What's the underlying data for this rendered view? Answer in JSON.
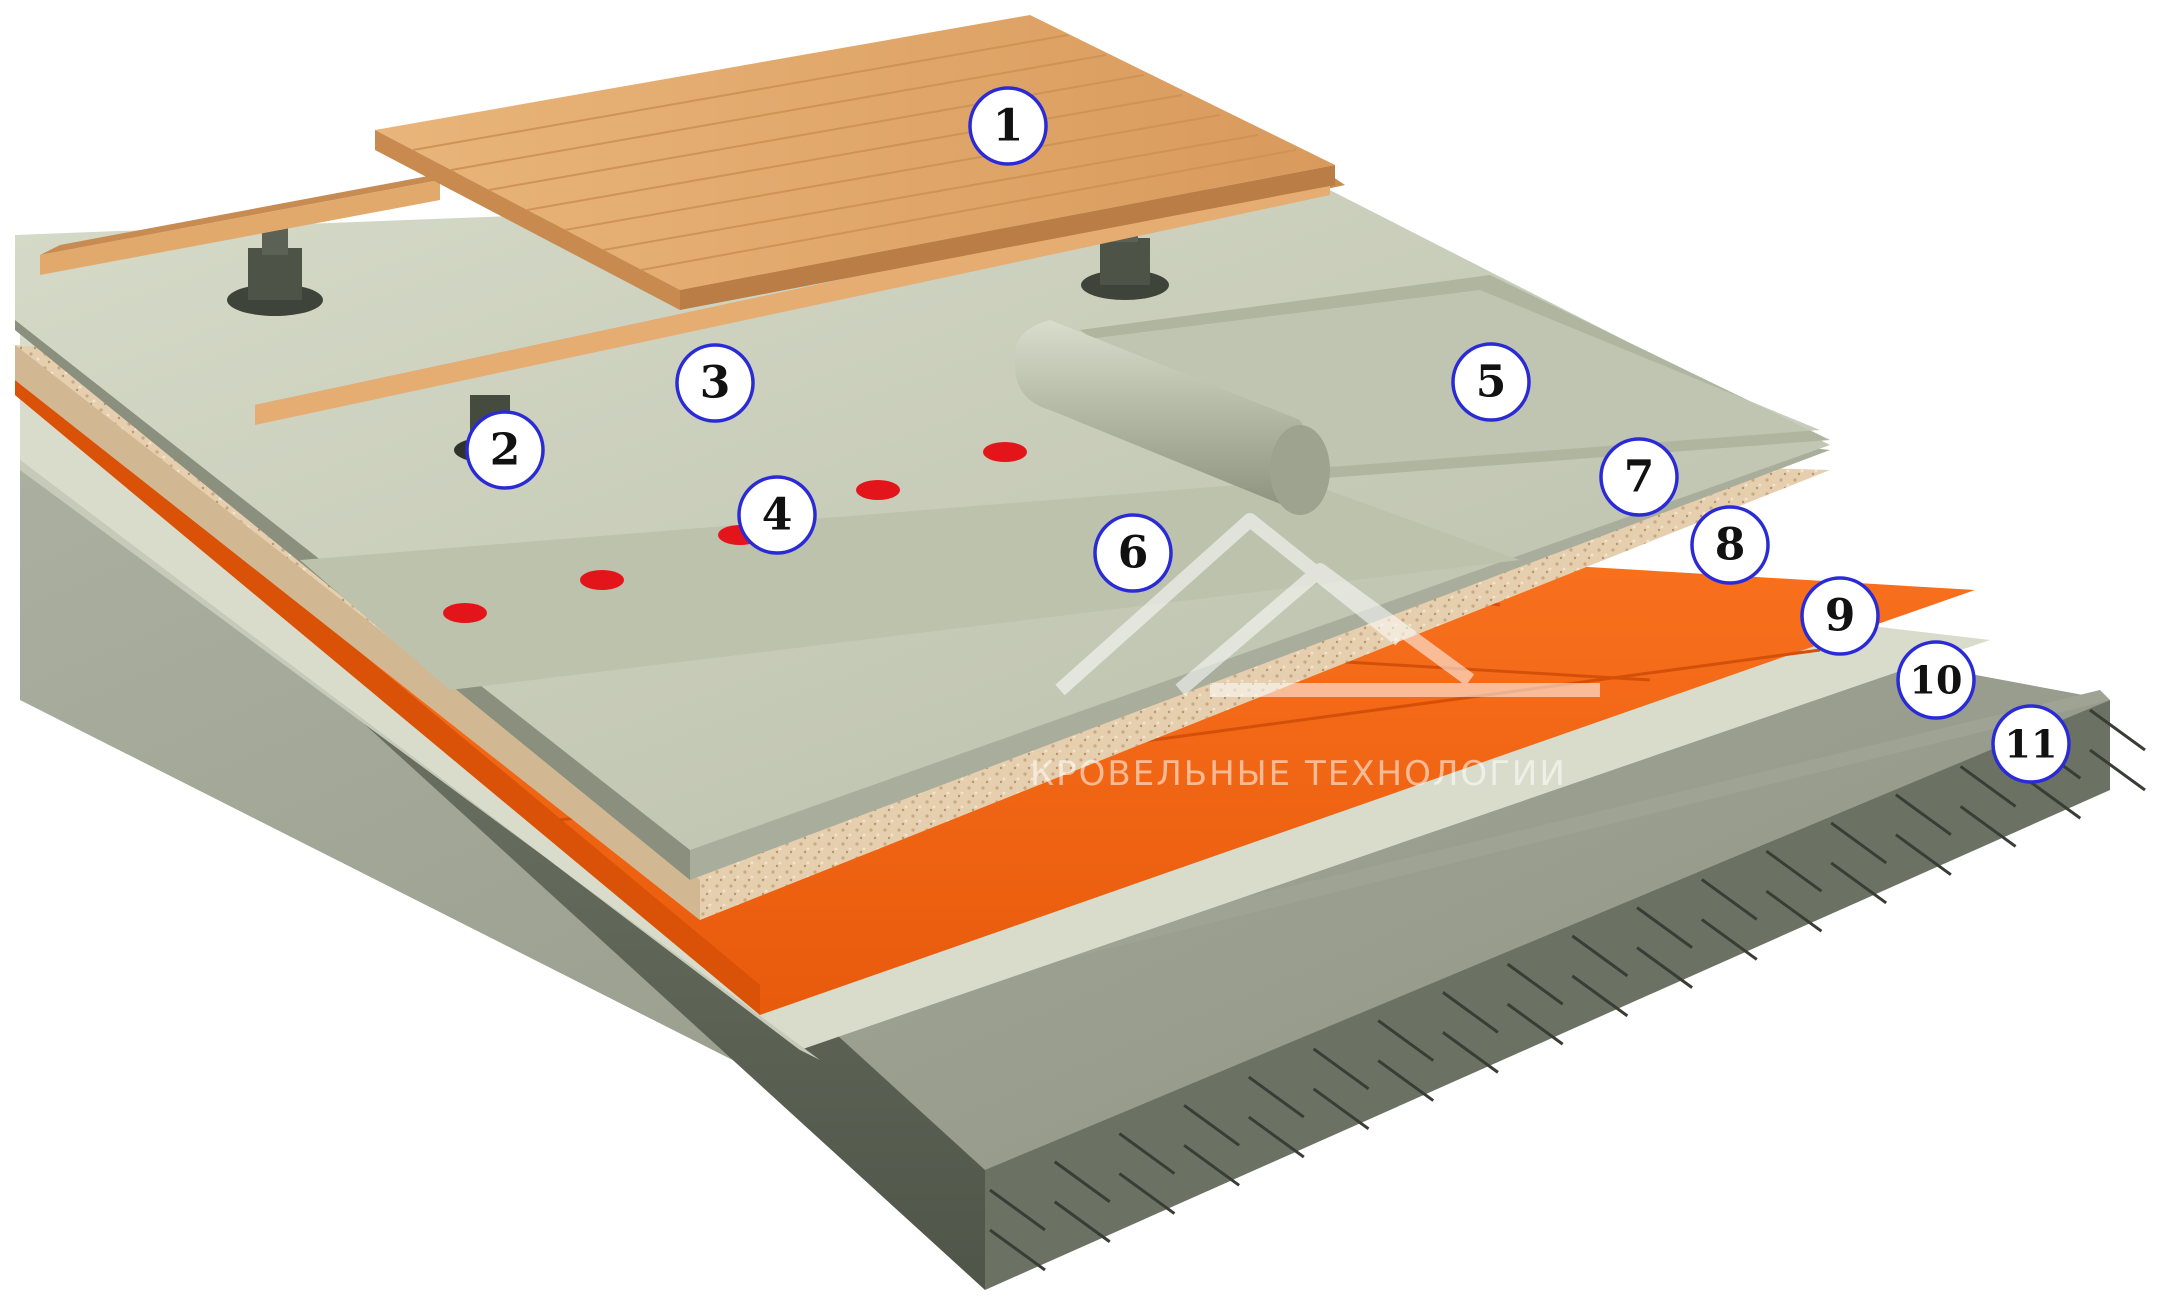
{
  "markers": [
    "1",
    "2",
    "3",
    "4",
    "5",
    "6",
    "7",
    "8",
    "9",
    "10",
    "11"
  ],
  "watermark": {
    "text": "КРОВЕЛЬНЫЕ ТЕХНОЛОГИИ"
  },
  "colors": {
    "concrete": "#9aa08f",
    "concrete_dark": "#5f6657",
    "screed": "#d9dccb",
    "insulation": "#f26a1c",
    "clay_fill": "#e8d2b4",
    "membrane": "#c3c8b4",
    "wood": "#e0a86c",
    "drain_dot": "#e3151b",
    "marker_stroke": "#2b2bd6"
  }
}
